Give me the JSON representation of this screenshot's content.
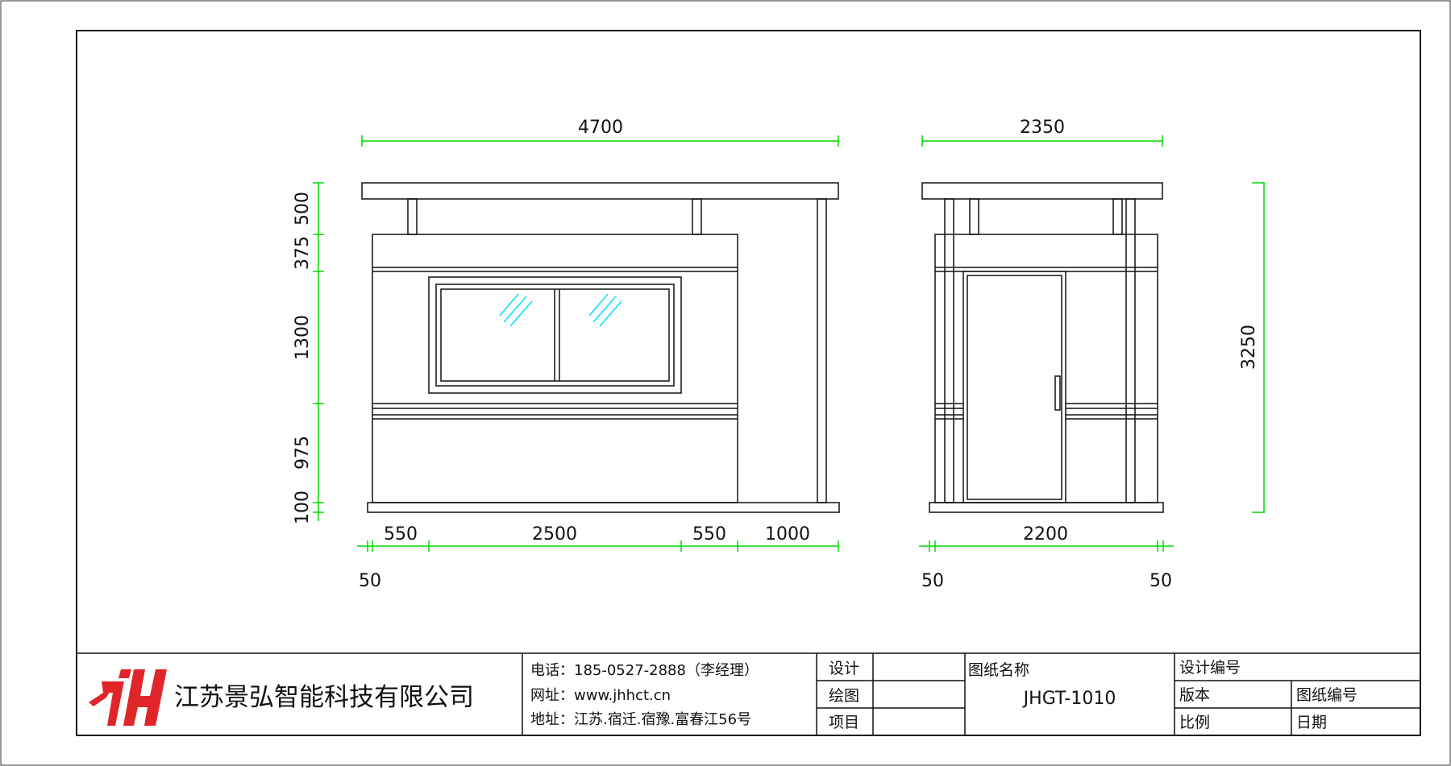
{
  "front_view": {
    "top_total": "4700",
    "bottom": [
      "550",
      "2500",
      "550",
      "1000"
    ],
    "bottom_end": "50",
    "left": [
      "500",
      "375",
      "1300",
      "975",
      "100"
    ]
  },
  "side_view": {
    "top_total": "2350",
    "bottom": "2200",
    "bottom_left_end": "50",
    "bottom_right_end": "50",
    "height": "3250"
  },
  "title_block": {
    "company_name": "江苏景弘智能科技有限公司",
    "phone": "电话：185-0527-2888（李经理）",
    "website": "网址：www.jhhct.cn",
    "address": "地址：江苏.宿迁.宿豫.富春江56号",
    "design_label": "设计",
    "drawing_label": "绘图",
    "project_label": "项目",
    "drawing_name_label": "图纸名称",
    "drawing_name_value": "JHGT-1010",
    "design_no_label": "设计编号",
    "version_label": "版本",
    "drawing_no_label": "图纸编号",
    "scale_label": "比例",
    "date_label": "日期"
  },
  "colors": {
    "dimension": "#00d800",
    "glass": "#00e0ff",
    "line": "#111111",
    "logo": "#e0262b"
  }
}
